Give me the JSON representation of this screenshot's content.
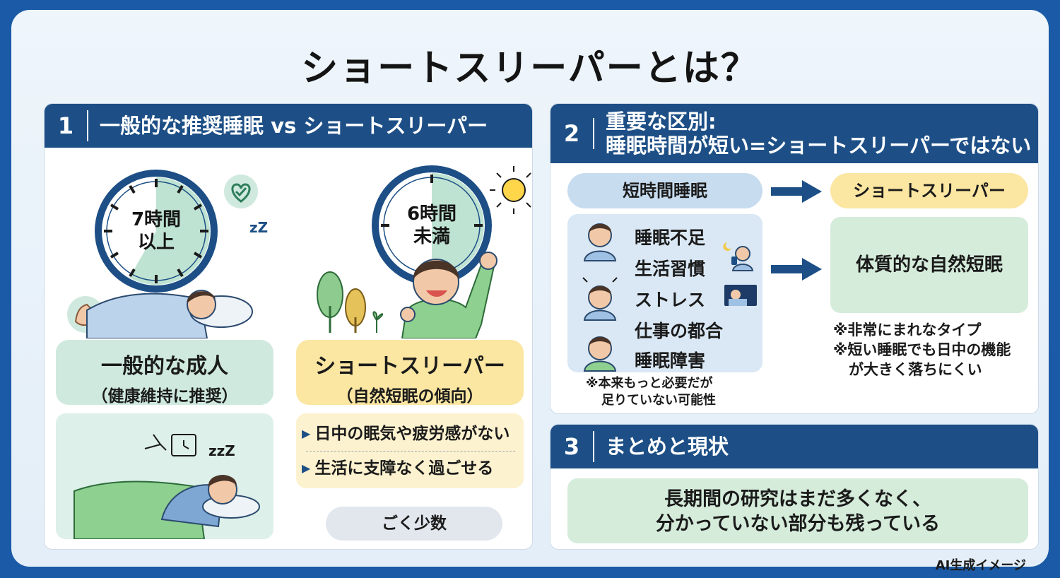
{
  "title": "ショートスリーパーとは？",
  "panel1": {
    "number": "1",
    "heading": "一般的な推奨睡眠 vs ショートスリーパー",
    "clock_left": {
      "line1": "7時間",
      "line2": "以上"
    },
    "clock_right": {
      "line1": "6時間",
      "line2": "未満"
    },
    "zz_text": "zZ",
    "adult": {
      "title": "一般的な成人",
      "sub": "（健康維持に推奨）"
    },
    "short_sleeper": {
      "title": "ショートスリーパー",
      "sub": "（自然短眠の傾向）"
    },
    "bed_zz": "zzZ",
    "features": [
      "日中の眠気や疲労感がない",
      "生活に支障なく過ごせる"
    ],
    "rarity": "ごく少数"
  },
  "panel2": {
    "number": "2",
    "heading_line1": "重要な区別:",
    "heading_line2": "睡眠時間が短い=ショートスリーパーではない",
    "short_sleep_label": "短時間睡眠",
    "short_sleeper_label": "ショートスリーパー",
    "causes": [
      "睡眠不足",
      "生活習慣",
      "ストレス",
      "仕事の都合",
      "睡眠障害"
    ],
    "cause_note_line1": "※本来もっと必要だが",
    "cause_note_line2": "足りていない可能性",
    "natural": "体質的な自然短眠",
    "natural_note1": "※非常にまれなタイプ",
    "natural_note2_line1": "※短い睡眠でも日中の機能",
    "natural_note2_line2": "が大きく落ちにくい"
  },
  "panel3": {
    "number": "3",
    "heading": "まとめと現状",
    "summary_line1": "長期間の研究はまだ多くなく、",
    "summary_line2": "分かっていない部分も残っている"
  },
  "ai_note": "AI生成イメージ",
  "colors": {
    "frame": "#1a5aa6",
    "header": "#1d4f86",
    "green": "#cfe9df",
    "yellow": "#fbe6a2",
    "blue_light": "#c7dcef"
  },
  "icons": [
    "clock-icon",
    "heart-check-icon",
    "muscle-arm-icon",
    "sun-icon",
    "tree-icon",
    "sleeping-person-icon",
    "cheerful-person-icon",
    "alarm-clock-icon",
    "worried-person-icon",
    "arrow-right-icon"
  ],
  "clock_left_fill_fraction": 0.583,
  "clock_right_fill_fraction": 0.5
}
